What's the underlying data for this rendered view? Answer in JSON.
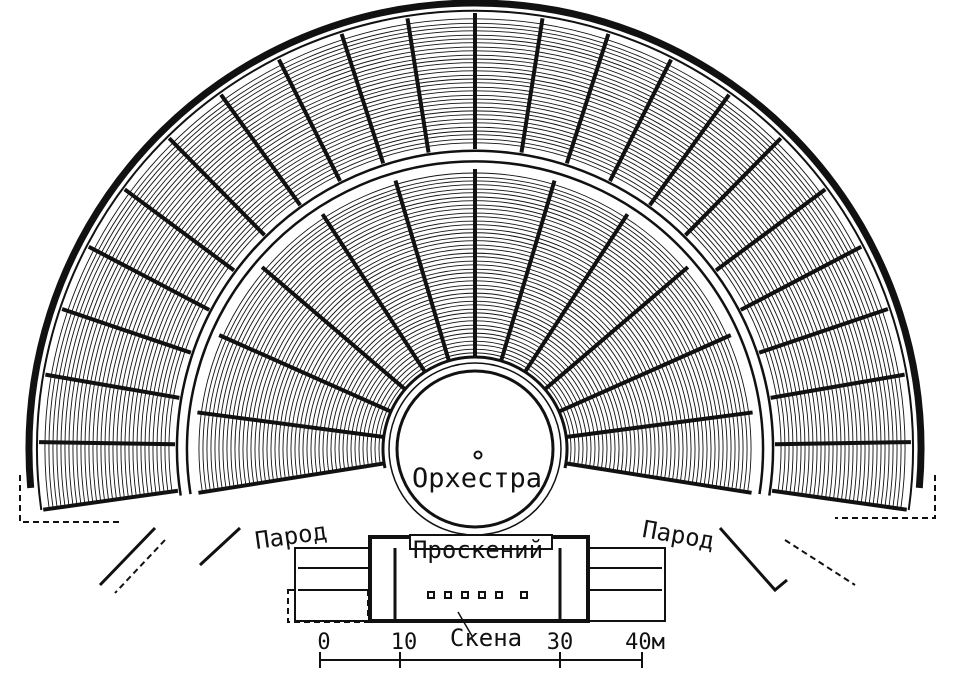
{
  "labels": {
    "orchestra": "Орхестра",
    "parodos_left": "Парод",
    "parodos_right": "Парод",
    "proskenion": "Проскений",
    "skene": "Скена"
  },
  "scale": {
    "ticks": [
      "0",
      "10",
      "30",
      "40м"
    ]
  },
  "colors": {
    "ink": "#111111",
    "paper": "#ffffff"
  }
}
